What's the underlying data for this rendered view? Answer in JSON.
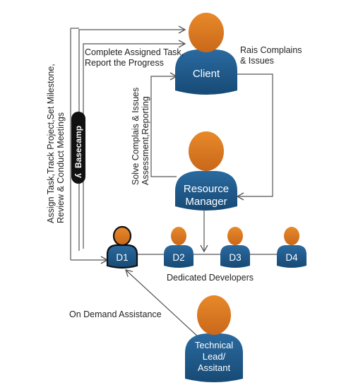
{
  "nodes": {
    "client": "Client",
    "resource_manager": [
      "Resource",
      "Manager"
    ],
    "technical_lead": [
      "Technical",
      "Lead/",
      "Assitant"
    ],
    "developers": [
      "D1",
      "D2",
      "D3",
      "D4"
    ]
  },
  "labels": {
    "complete_task": [
      "Complete Assigned Task,",
      "Report the Progress"
    ],
    "raise_complaints": [
      "Rais Complains",
      "& Issues"
    ],
    "solve_complaints": [
      "Solve Complais & Issues",
      "Assessment,Reporting"
    ],
    "assign_task": [
      "Assign Task,Track Project,Set Milestone,",
      "Review & Conduct Meetings"
    ],
    "dedicated_developers": "Dedicated Developers",
    "on_demand": "On Demand Assistance"
  },
  "badge": {
    "text": "Basecamp",
    "icon": "basecamp-logo-icon"
  },
  "colors": {
    "body": "#1f5a8c",
    "head": "#d9781f",
    "arrow": "#555555",
    "highlight_outline": "#111111"
  }
}
